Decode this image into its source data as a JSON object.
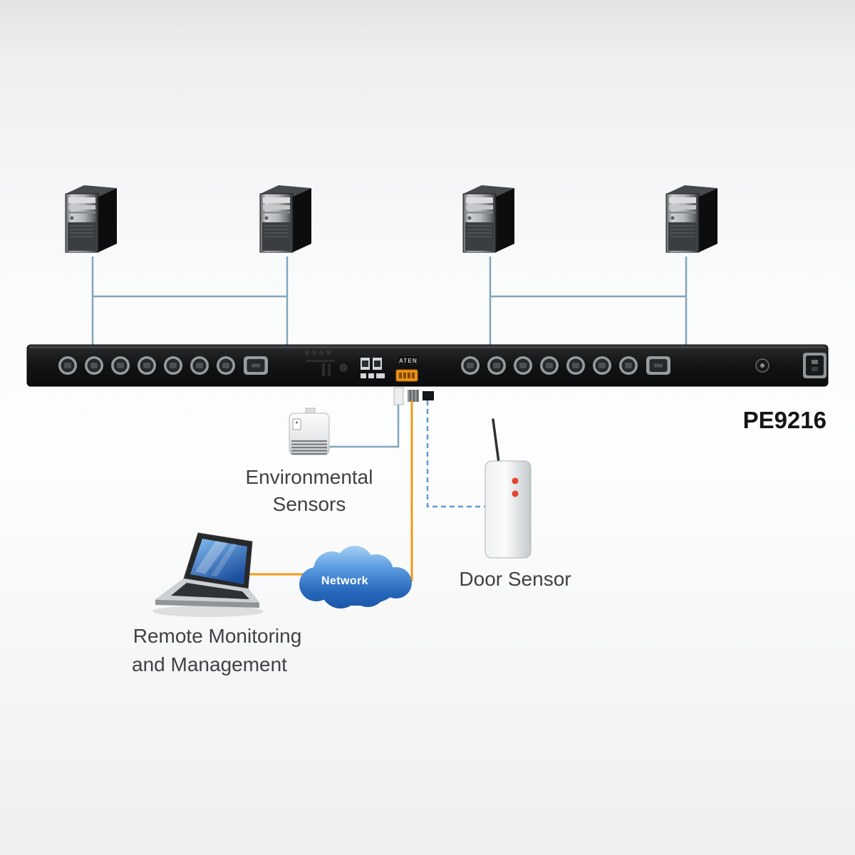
{
  "product": {
    "model": "PE9216",
    "brand_badge": "ATEN"
  },
  "labels": {
    "environmental_sensors": [
      "Environmental",
      "Sensors"
    ],
    "door_sensor": "Door Sensor",
    "network": "Network",
    "remote_monitoring": [
      "Remote Monitoring",
      "and Management"
    ]
  },
  "colors": {
    "accent_orange": "#F39A17",
    "link_blue": "#82A5BA",
    "dashed_link_blue": "#5F9BD0",
    "cloud_blue": "#2E6FC4",
    "pdu_black": "#131415",
    "label_text": "#3F4144",
    "alert_red": "#E2442E"
  },
  "pdu": {
    "banks": 2,
    "small_outlets": 14,
    "large_outlets": 2,
    "servers_connected": 4
  }
}
